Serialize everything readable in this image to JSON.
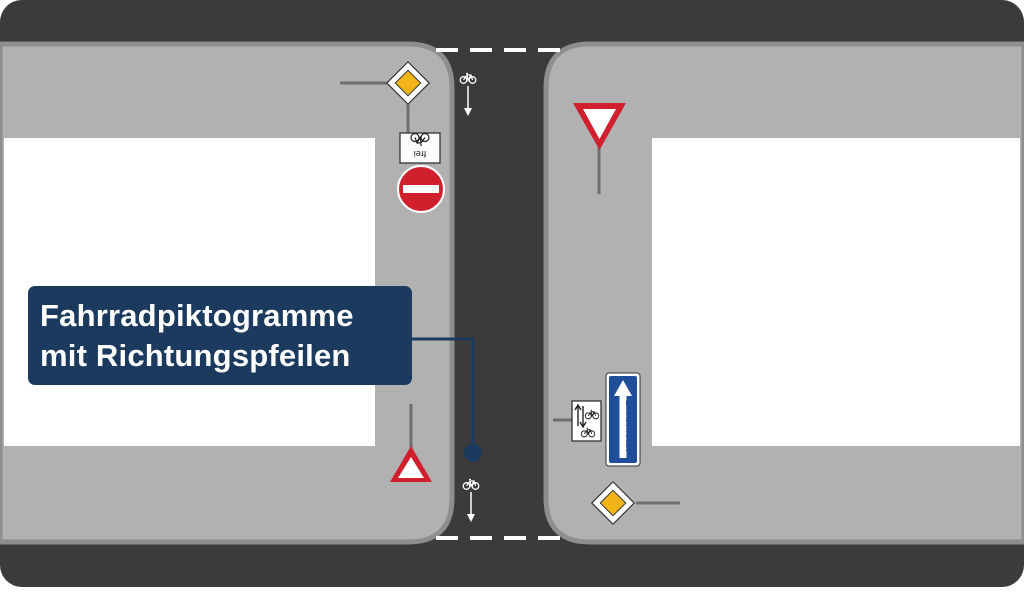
{
  "callout": {
    "line1": "Fahrradpiktogramme",
    "line2": "mit Richtungspfeilen"
  },
  "signs": {
    "bike_exemption_text": "frei",
    "one_way_text": "Einbahnstraße"
  },
  "colors": {
    "road": "#3b3b3b",
    "sidewalk": "#b1b1b1",
    "curb": "#8e8e8e",
    "building": "#ffffff",
    "callout": "#1c3a5e",
    "sign_red": "#d0202e",
    "priority_yellow": "#f2b318",
    "one_way_blue": "#1f4e9a"
  },
  "icons": [
    "bicycle-icon",
    "arrow-down-icon",
    "priority-road-sign-icon",
    "yield-sign-icon",
    "no-entry-sign-icon",
    "one-way-street-sign-icon",
    "bicycles-both-directions-sign-icon"
  ]
}
